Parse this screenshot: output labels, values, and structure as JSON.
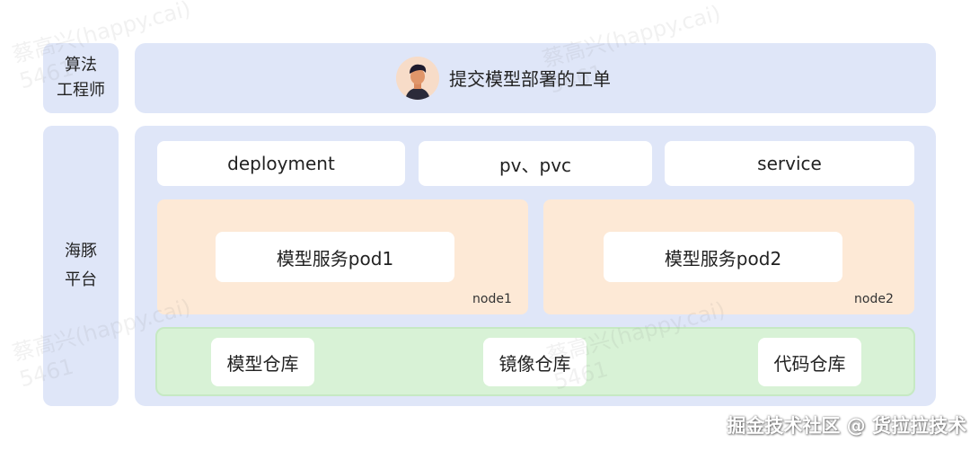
{
  "roles": {
    "engineer_line1": "算法",
    "engineer_line2": "工程师",
    "platform_line1": "海豚",
    "platform_line2": "平台"
  },
  "top_panel": {
    "action_text": "提交模型部署的工单",
    "avatar_icon": "person-avatar-icon"
  },
  "k8s_resources": [
    "deployment",
    "pv、pvc",
    "service"
  ],
  "nodes": [
    {
      "pod_label": "模型服务pod1",
      "node_label": "node1"
    },
    {
      "pod_label": "模型服务pod2",
      "node_label": "node2"
    }
  ],
  "storage": [
    "模型仓库",
    "镜像仓库",
    "代码仓库"
  ],
  "watermark": {
    "name": "蔡高兴(happy.cai)",
    "id": "5461"
  },
  "footer": "掘金技术社区 @ 货拉拉技术",
  "colors": {
    "panel_bg": "#dfe6f8",
    "node_bg": "#fde9d6",
    "storage_bg": "#d8f2d6",
    "tile_bg": "#ffffff"
  }
}
